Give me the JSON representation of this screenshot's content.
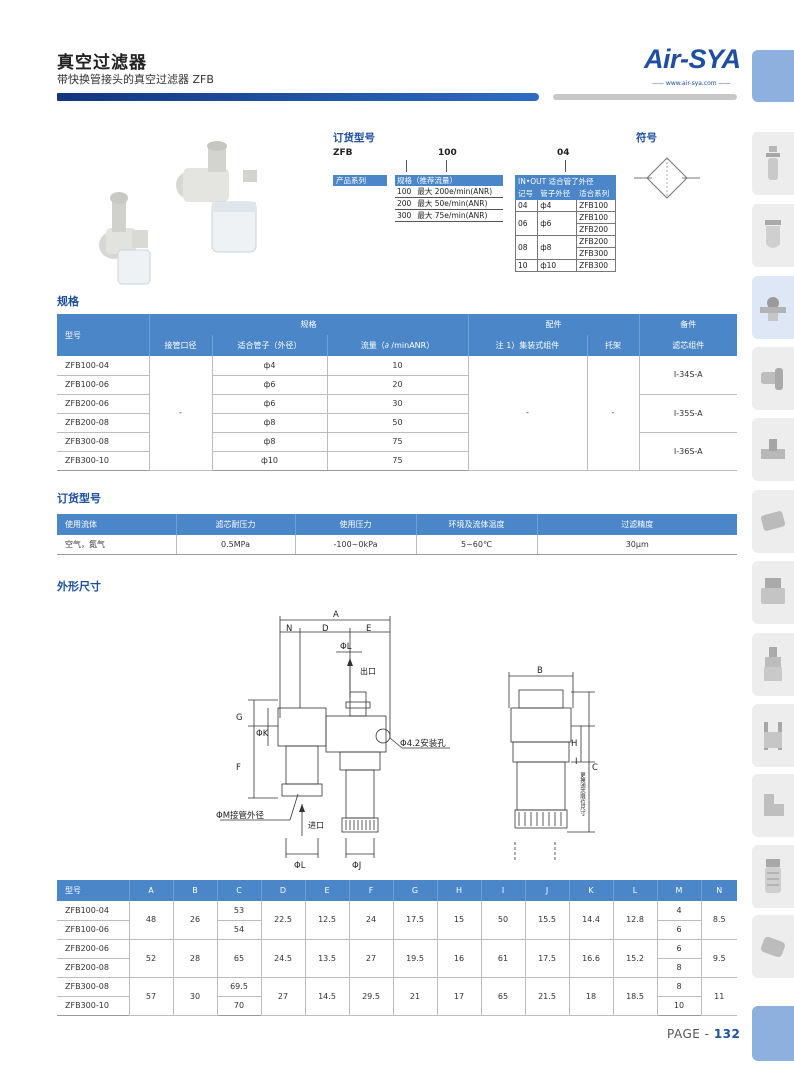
{
  "header": {
    "title": "真空过滤器",
    "subtitle": "带快换管接头的真空过滤器 ZFB",
    "logo": "Air-SYA",
    "logo_sub": "—— www.air-sya.com ——"
  },
  "order_code": {
    "heading": "订货型号",
    "symbol_heading": "符号",
    "code_parts": [
      "ZFB",
      "100",
      "04"
    ],
    "series_label": "产品系列",
    "spec": {
      "header": "规格（推荐流量）",
      "rows": [
        {
          "code": "100",
          "desc": "最大 200e/min(ANR)"
        },
        {
          "code": "200",
          "desc": "最大 50e/min(ANR)"
        },
        {
          "code": "300",
          "desc": "最大 75e/min(ANR)"
        }
      ]
    },
    "port": {
      "header": "IN•OUT 适合管了外径",
      "cols": [
        "记号",
        "管子外径",
        "适合系列"
      ],
      "rows": [
        {
          "code": "04",
          "dia": "ф4",
          "series": [
            "ZFB100"
          ]
        },
        {
          "code": "06",
          "dia": "ф6",
          "series": [
            "ZFB100",
            "ZFB200"
          ]
        },
        {
          "code": "08",
          "dia": "ф8",
          "series": [
            "ZFB200",
            "ZFB300"
          ]
        },
        {
          "code": "10",
          "dia": "ф10",
          "series": [
            "ZFB300"
          ]
        }
      ]
    }
  },
  "specs": {
    "heading": "规格",
    "group_headers": {
      "model": "型号",
      "spec": "规格",
      "parts": "配件",
      "spare": "备件"
    },
    "sub_headers": [
      "接管口径",
      "适合管子（外径）",
      "流量（∂ /minANR）",
      "注 1）集装式组件",
      "托架",
      "滤芯组件"
    ],
    "models": [
      "ZFB100-04",
      "ZFB100-06",
      "ZFB200-06",
      "ZFB200-08",
      "ZFB300-08",
      "ZFB300-10"
    ],
    "tubes": [
      "ф4",
      "ф6",
      "ф6",
      "ф8",
      "ф8",
      "ф10"
    ],
    "flows": [
      "10",
      "20",
      "30",
      "50",
      "75",
      "75"
    ],
    "port": "-",
    "manifold": "-",
    "bracket": "-",
    "elements": [
      "I-34S-A",
      "I-35S-A",
      "I-36S-A"
    ]
  },
  "order_table": {
    "heading": "订货型号",
    "headers": [
      "使用流体",
      "滤芯耐压力",
      "使用压力",
      "环境及流体温度",
      "过滤精度"
    ],
    "row": [
      "空气，氮气",
      "0.5MPa",
      "-100~0kPa",
      "5~60℃",
      "30μm"
    ]
  },
  "dims": {
    "heading": "外形尺寸",
    "labels": {
      "A": "A",
      "N": "N",
      "D": "D",
      "E": "E",
      "L": "ΦL",
      "K": "ΦK",
      "G": "G",
      "F": "F",
      "hole": "Φ4.2安装孔",
      "outlet": "出口",
      "inlet": "进口",
      "M": "ΦM接管外径",
      "L2": "ΦL",
      "J": "ΦJ",
      "B": "B",
      "H": "H",
      "I": "I",
      "C": "C",
      "limit": "更换滤芯限位尺寸"
    },
    "table": {
      "headers": [
        "型号",
        "A",
        "B",
        "C",
        "D",
        "E",
        "F",
        "G",
        "H",
        "I",
        "J",
        "K",
        "L",
        "M",
        "N"
      ],
      "models": [
        "ZFB100-04",
        "ZFB100-06",
        "ZFB200-06",
        "ZFB200-08",
        "ZFB300-08",
        "ZFB300-10"
      ],
      "groups": [
        {
          "A": "48",
          "B": "26",
          "C": [
            "53",
            "54"
          ],
          "D": "22.5",
          "E": "12.5",
          "F": "24",
          "G": "17.5",
          "H": "15",
          "I": "50",
          "J": "15.5",
          "K": "14.4",
          "L": "12.8",
          "M": [
            "4",
            "6"
          ],
          "N": "8.5"
        },
        {
          "A": "52",
          "B": "28",
          "C": [
            "65"
          ],
          "D": "24.5",
          "E": "13.5",
          "F": "27",
          "G": "19.5",
          "H": "16",
          "I": "61",
          "J": "17.5",
          "K": "16.6",
          "L": "15.2",
          "M": [
            "6",
            "8"
          ],
          "N": "9.5"
        },
        {
          "A": "57",
          "B": "30",
          "C": [
            "69.5",
            "70"
          ],
          "D": "27",
          "E": "14.5",
          "F": "29.5",
          "G": "21",
          "H": "17",
          "I": "65",
          "J": "21.5",
          "K": "18",
          "L": "18.5",
          "M": [
            "8",
            "10"
          ],
          "N": "11"
        }
      ]
    }
  },
  "page": {
    "prefix": "PAGE - ",
    "number": "132"
  },
  "colors": {
    "brand": "#1e4fa0",
    "header_bg": "#4a86c8",
    "side_tab": "#ededed",
    "accent_tab": "#8eb0de"
  }
}
